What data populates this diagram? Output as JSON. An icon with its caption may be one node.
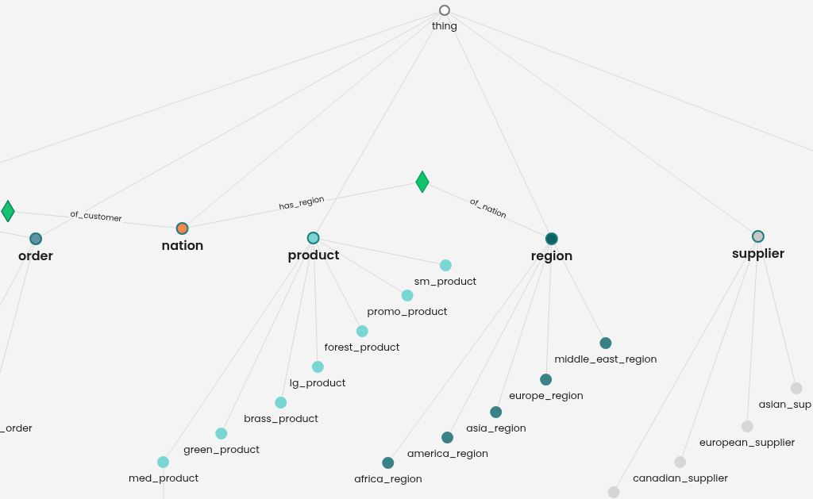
{
  "diagram": {
    "nodes": [
      {
        "text": [
          "thing"
        ]
      },
      {
        "text": [],
        "shape": "diamond"
      },
      {
        "text": [
          "order"
        ]
      },
      {
        "text": [
          "nation"
        ]
      },
      {
        "text": [
          "product"
        ]
      },
      {
        "text": [],
        "shape": "diamond"
      },
      {
        "text": [
          "region"
        ]
      },
      {
        "text": [
          "supplier"
        ]
      },
      {
        "text": [
          "sm_product"
        ]
      },
      {
        "text": [
          "promo_product"
        ]
      },
      {
        "text": [
          "forest_product"
        ]
      },
      {
        "text": [
          "lg_product"
        ]
      },
      {
        "text": [
          "brass_product"
        ]
      },
      {
        "text": [
          "green_product"
        ]
      },
      {
        "text": [
          "med_product"
        ]
      },
      {
        "text": [
          "middle_east_region"
        ]
      },
      {
        "text": [
          "europe_region"
        ]
      },
      {
        "text": [
          "asia_region"
        ]
      },
      {
        "text": [
          "america_region"
        ]
      },
      {
        "text": [
          "africa_region"
        ]
      },
      {
        "text": [
          "asian_sup"
        ]
      },
      {
        "text": [
          "european_supplier"
        ]
      },
      {
        "text": [
          "canadian_supplier"
        ]
      },
      {
        "text": [],
        "shape": "circle"
      }
    ],
    "edges": [
      {
        "from": 0,
        "to": null,
        "arrow": "none"
      },
      {
        "from": 0,
        "to": 2,
        "arrow": "none"
      },
      {
        "from": 0,
        "to": 3,
        "arrow": "none"
      },
      {
        "from": 0,
        "to": 4,
        "arrow": "none"
      },
      {
        "from": 0,
        "to": 6,
        "arrow": "none"
      },
      {
        "from": 0,
        "to": 7,
        "arrow": "none"
      },
      {
        "from": 0,
        "to": null,
        "arrow": "none"
      },
      {
        "from": 2,
        "to": null,
        "arrow": "none"
      },
      {
        "from": 2,
        "to": null,
        "arrow": "none"
      },
      {
        "from": 2,
        "to": null,
        "arrow": "none"
      },
      {
        "from": 1,
        "to": 3,
        "label": "of_customer",
        "arrow": "none"
      },
      {
        "from": 3,
        "to": 5,
        "label": "has_region",
        "arrow": "none"
      },
      {
        "from": 5,
        "to": 6,
        "label": "of_nation",
        "arrow": "none"
      },
      {
        "from": 4,
        "to": 8,
        "arrow": "none"
      },
      {
        "from": 4,
        "to": 9,
        "arrow": "none"
      },
      {
        "from": 4,
        "to": 10,
        "arrow": "none"
      },
      {
        "from": 4,
        "to": 11,
        "arrow": "none"
      },
      {
        "from": 4,
        "to": 12,
        "arrow": "none"
      },
      {
        "from": 4,
        "to": 13,
        "arrow": "none"
      },
      {
        "from": 4,
        "to": 14,
        "arrow": "none"
      },
      {
        "from": 14,
        "to": null,
        "arrow": "none"
      },
      {
        "from": 6,
        "to": 15,
        "arrow": "none"
      },
      {
        "from": 6,
        "to": 16,
        "arrow": "none"
      },
      {
        "from": 6,
        "to": 17,
        "arrow": "none"
      },
      {
        "from": 6,
        "to": 18,
        "arrow": "none"
      },
      {
        "from": 6,
        "to": 19,
        "arrow": "none"
      },
      {
        "from": 7,
        "to": 20,
        "arrow": "none"
      },
      {
        "from": 7,
        "to": 21,
        "arrow": "none"
      },
      {
        "from": 7,
        "to": 22,
        "arrow": "none"
      },
      {
        "from": 7,
        "to": 23,
        "arrow": "none"
      }
    ],
    "labels": [
      "_order"
    ]
  }
}
